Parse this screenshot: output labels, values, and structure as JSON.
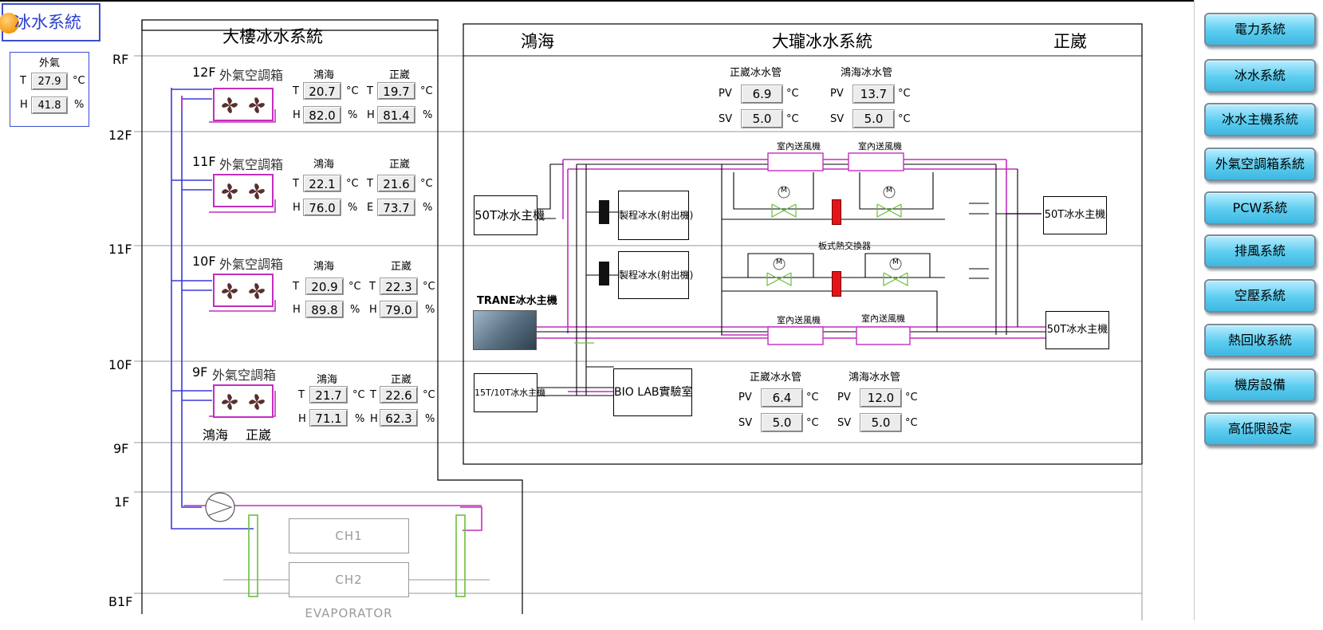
{
  "app": {
    "title": "冰水系統"
  },
  "outdoor": {
    "title": "外氣",
    "t_label": "T",
    "t_value": "27.9",
    "t_unit": "°C",
    "h_label": "H",
    "h_value": "41.8",
    "h_unit": "%"
  },
  "floors": [
    "RF",
    "12F",
    "11F",
    "10F",
    "9F",
    "1F",
    "B1F"
  ],
  "building": {
    "title": "大樓冰水系統",
    "ahu": [
      {
        "floor_label": "12F",
        "name": "外氣空調箱",
        "col1": "鴻海",
        "col2": "正崴",
        "t1_label": "T",
        "t1": "20.7",
        "t2_label": "T",
        "t2": "19.7",
        "h1_label": "H",
        "h1": "82.0",
        "h2_label": "H",
        "h2": "81.4"
      },
      {
        "floor_label": "11F",
        "name": "外氣空調箱",
        "col1": "鴻海",
        "col2": "正崴",
        "t1_label": "T",
        "t1": "22.1",
        "t2_label": "T",
        "t2": "21.6",
        "h1_label": "H",
        "h1": "76.0",
        "h2_label": "E",
        "h2": "73.7"
      },
      {
        "floor_label": "10F",
        "name": "外氣空調箱",
        "col1": "鴻海",
        "col2": "正崴",
        "t1_label": "T",
        "t1": "20.9",
        "t2_label": "T",
        "t2": "22.3",
        "h1_label": "H",
        "h1": "89.8",
        "h2_label": "H",
        "h2": "79.0"
      },
      {
        "floor_label": "9F",
        "name": "外氣空調箱",
        "col1": "鴻海",
        "col2": "正崴",
        "t1_label": "T",
        "t1": "21.7",
        "t2_label": "T",
        "t2": "22.6",
        "h1_label": "H",
        "h1": "71.1",
        "h2_label": "H",
        "h2": "62.3"
      }
    ],
    "fan_captions": [
      "鴻海",
      "正崴"
    ],
    "units": {
      "temp": "°C",
      "hum": "%"
    }
  },
  "evaporators": [
    "CH1 EVAPORATOR",
    "CH2 EVAPORATOR"
  ],
  "dalong": {
    "title": "大瓏冰水系統",
    "left_label": "鴻海",
    "right_label": "正崴",
    "top_pipes": [
      {
        "name": "正崴冰水管",
        "pv_label": "PV",
        "pv": "6.9",
        "sv_label": "SV",
        "sv": "5.0",
        "unit": "°C"
      },
      {
        "name": "鴻海冰水管",
        "pv_label": "PV",
        "pv": "13.7",
        "sv_label": "SV",
        "sv": "5.0",
        "unit": "°C"
      }
    ],
    "bottom_pipes": [
      {
        "name": "正崴冰水管",
        "pv_label": "PV",
        "pv": "6.4",
        "sv_label": "SV",
        "sv": "5.0",
        "unit": "°C"
      },
      {
        "name": "鴻海冰水管",
        "pv_label": "PV",
        "pv": "12.0",
        "sv_label": "SV",
        "sv": "5.0",
        "unit": "°C"
      }
    ],
    "equipment": {
      "chiller_50t_left": "50T冰水主機",
      "process_cooling_1": "製程冰水(射出機)",
      "process_cooling_2": "製程冰水(射出機)",
      "trane": "TRANE冰水主機",
      "chiller_15t": "15T/10T冰水主機",
      "biolab": "BIO LAB實驗室",
      "chiller_50t_right_1": "50T冰水主機",
      "chiller_50t_right_2": "50T冰水主機",
      "indoor_fan_1": "室內送風機",
      "indoor_fan_2": "室內送風機",
      "indoor_fan_3": "室內送風機",
      "indoor_fan_4": "室內送風機",
      "plate_hx": "板式熱交換器",
      "motor": "M"
    }
  },
  "nav": [
    {
      "label": "電力系統"
    },
    {
      "label": "冰水系統"
    },
    {
      "label": "冰水主機系統"
    },
    {
      "label": "外氣空調箱系統"
    },
    {
      "label": "PCW系統"
    },
    {
      "label": "排風系統"
    },
    {
      "label": "空壓系統"
    },
    {
      "label": "熱回收系統"
    },
    {
      "label": "機房設備"
    },
    {
      "label": "高低限設定"
    }
  ],
  "colors": {
    "accent": "#3a4fd0",
    "button": "#5bcdf0",
    "pipe_magenta": "#c22fbf",
    "pipe_blue": "#3a3ad8",
    "valve_red": "#e4141b",
    "pipe_green": "#6cbf3a"
  }
}
